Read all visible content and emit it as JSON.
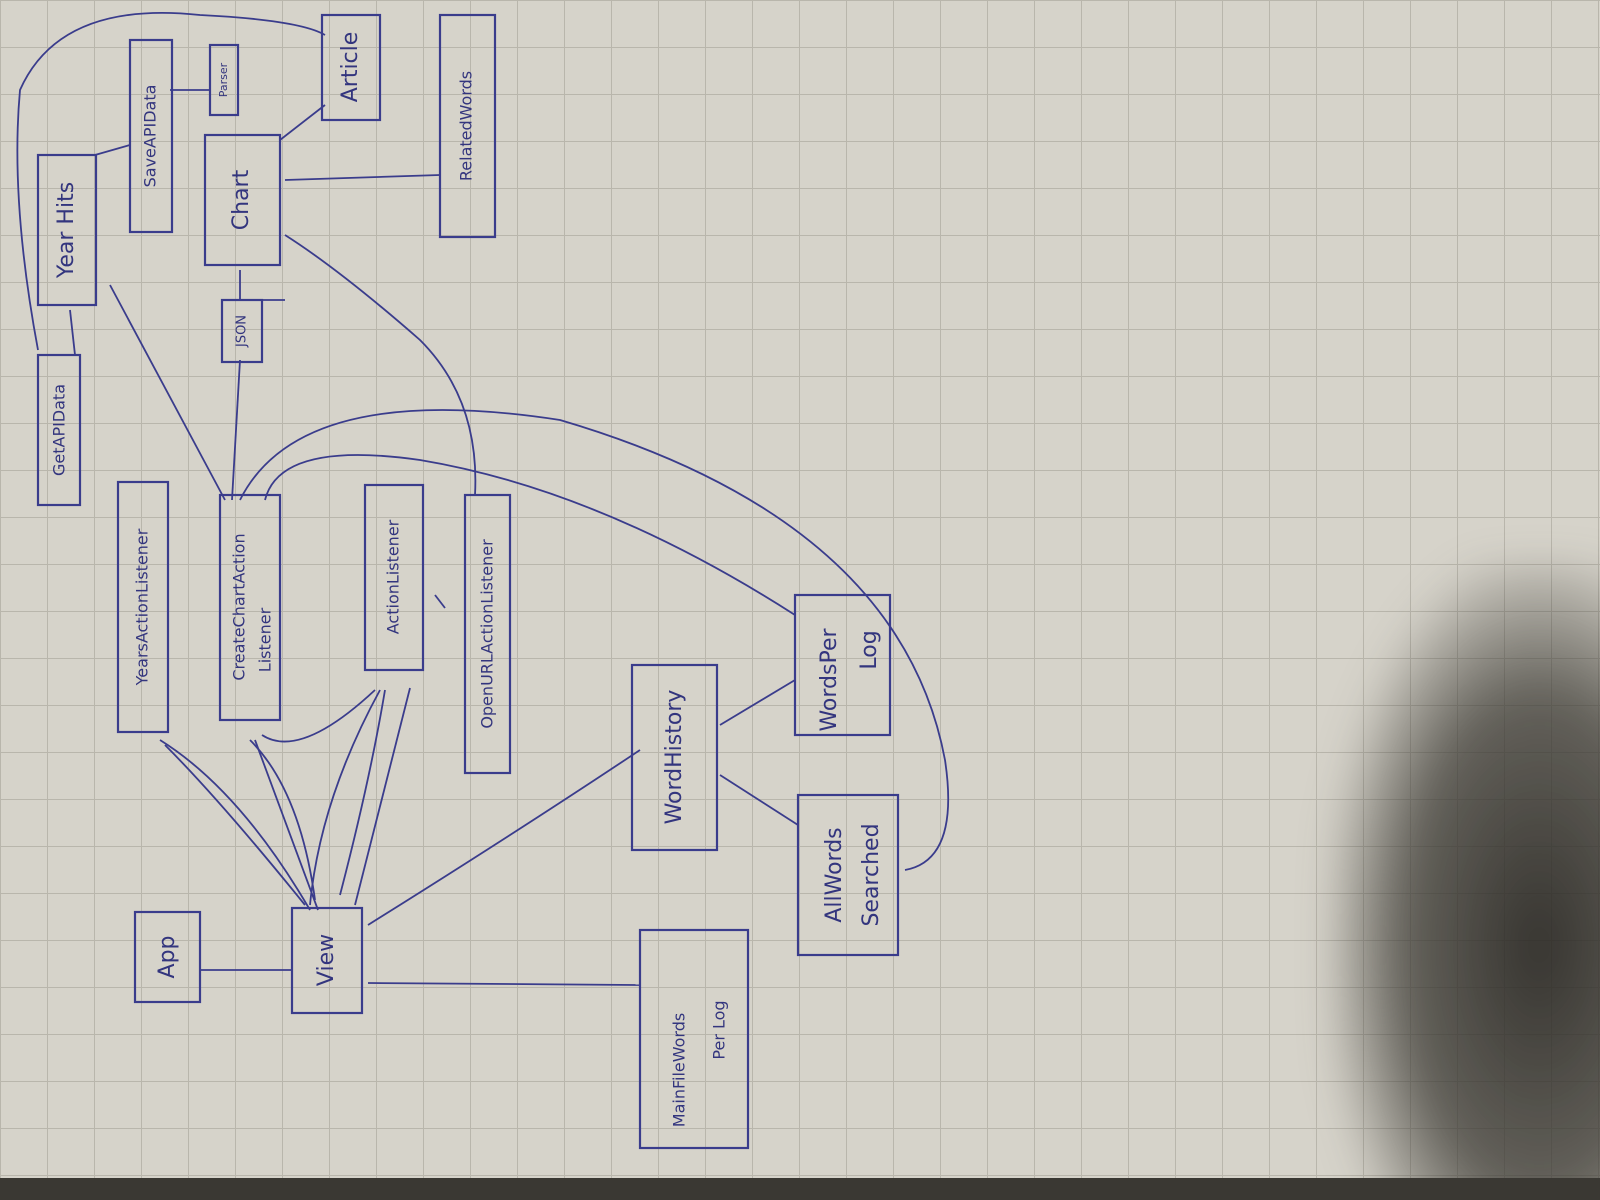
{
  "diagram": {
    "nodes": {
      "app": "App",
      "view": "View",
      "years_action_listener": "YearsActionListener",
      "create_chart_action_listener": [
        "CreateChartAction",
        "Listener"
      ],
      "action_listener": "ActionListener",
      "open_url_action_listener": "OpenURLActionListener",
      "main_file_words_per_log": [
        "MainFileWords",
        "Per Log"
      ],
      "word_history": "WordHistory",
      "words_per_log": [
        "WordsPer",
        "Log"
      ],
      "all_words_searched": [
        "AllWords",
        "Searched"
      ],
      "get_api_data": "GetAPIData",
      "year_hits": "Year Hits",
      "save_api_data": "SaveAPIData",
      "parser": "Parser",
      "chart": "Chart",
      "json": "JSON",
      "article": "Article",
      "related_words": "RelatedWords"
    },
    "ink_color": "#3a3c8c",
    "paper_color": "#d6d3ca"
  }
}
